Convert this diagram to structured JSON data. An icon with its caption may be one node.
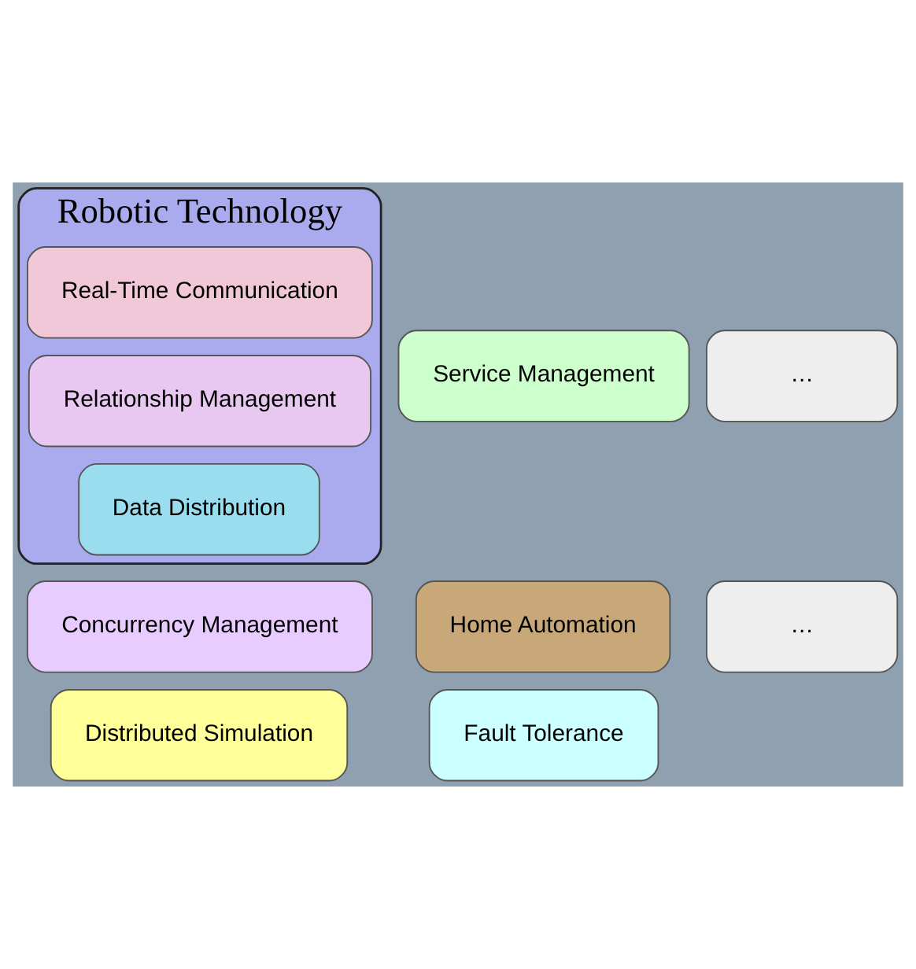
{
  "diagram": {
    "nodes": [
      {
        "text": [
          "Robotic Technology"
        ]
      },
      {
        "text": [
          "Fault Tolerance"
        ]
      },
      {
        "text": [
          "…"
        ]
      },
      {
        "text": [
          "Real-Time Communication"
        ],
        "in": 0
      },
      {
        "text": [
          "Service Management"
        ]
      },
      {
        "text": [
          "Home Automation"
        ]
      },
      {
        "text": [
          "Data Distribution"
        ],
        "in": 0
      },
      {
        "text": [
          "Distributed Simulation"
        ]
      },
      {
        "text": [
          "…"
        ]
      },
      {
        "text": [
          "Relationship Management"
        ],
        "in": 0
      },
      {
        "text": [
          "Concurrency Management"
        ]
      }
    ]
  }
}
